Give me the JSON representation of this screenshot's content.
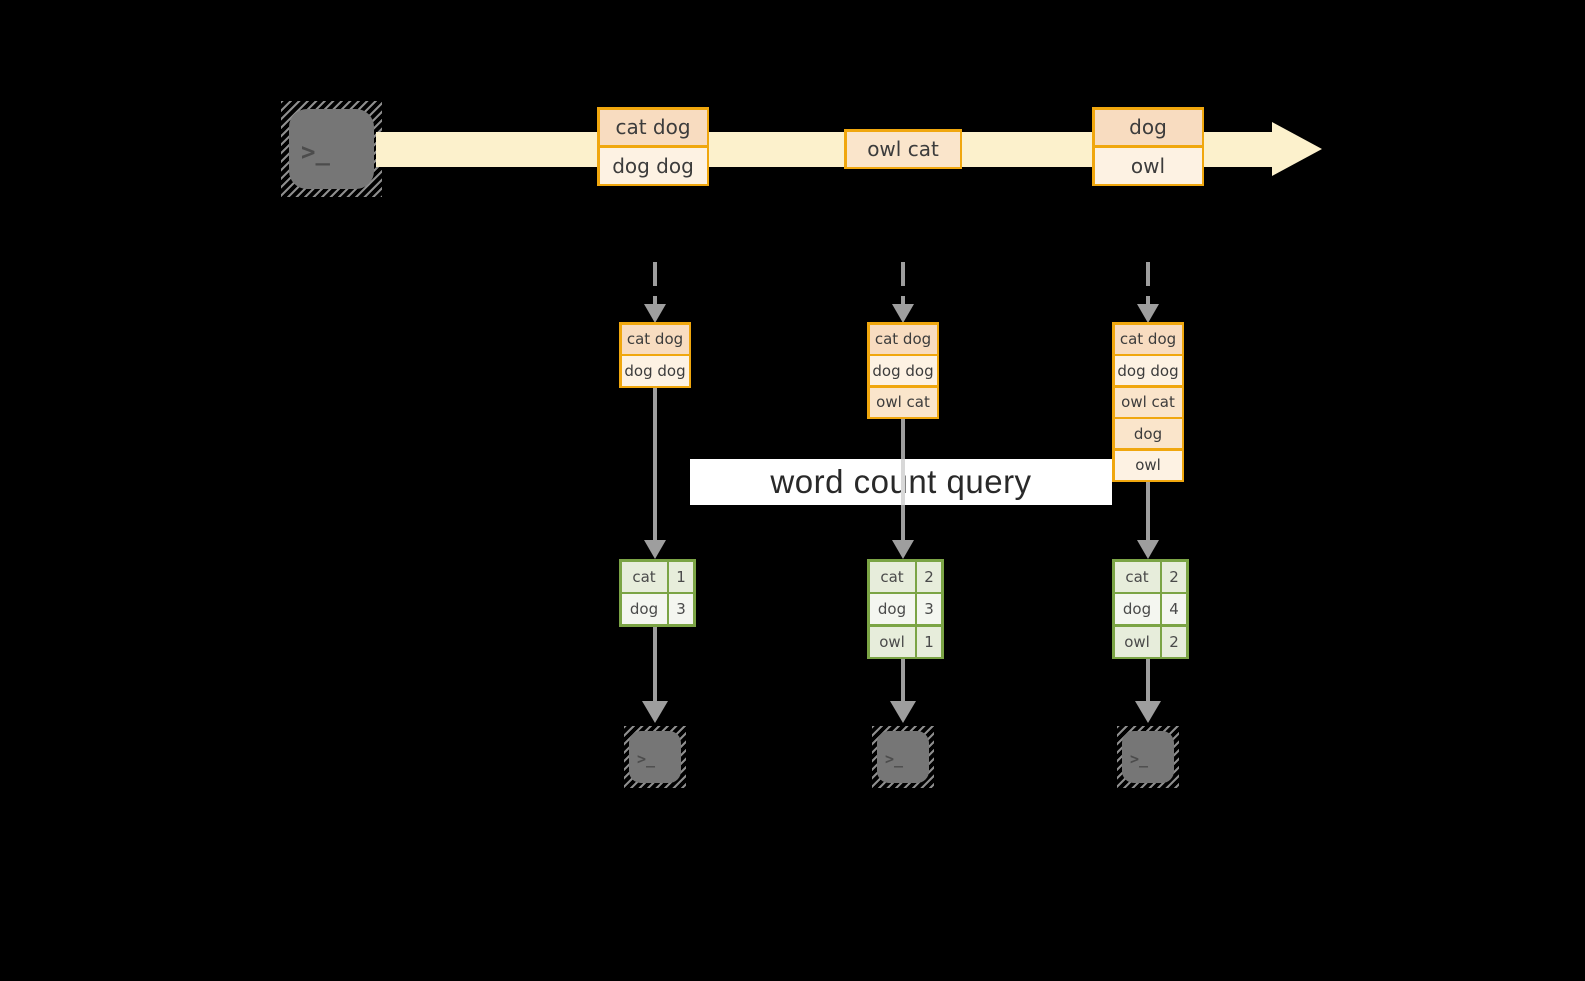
{
  "palette": {
    "gold_border": "#F0A70E",
    "record_peach": "#F8DCC0",
    "record_cream": "#FDF2E3",
    "record_mid": "#FAE5CB",
    "stream_band": "#FCF1CC",
    "green_border": "#7BA445",
    "green_row_tint": "#E7EDDB",
    "green_row_light": "#F4F6F0",
    "arrow_gray": "#9E9E9E",
    "terminal_gray": "#767676",
    "query_band_bg": "#FFFFFF"
  },
  "glyphs": {
    "terminal_prompt": ">_"
  },
  "query": {
    "label": "word count query"
  },
  "stream": {
    "messages": [
      {
        "rows": [
          {
            "text": "cat dog",
            "tone": "peach"
          },
          {
            "text": "dog dog",
            "tone": "cream"
          }
        ]
      },
      {
        "rows": [
          {
            "text": "owl cat",
            "tone": "mid"
          }
        ]
      },
      {
        "rows": [
          {
            "text": "dog",
            "tone": "peach"
          },
          {
            "text": "owl",
            "tone": "cream"
          }
        ]
      }
    ]
  },
  "columns": [
    {
      "buffer": [
        {
          "text": "cat dog",
          "tone": "peach"
        },
        {
          "text": "dog dog",
          "tone": "cream"
        }
      ],
      "counts": [
        {
          "word": "cat",
          "value": "1"
        },
        {
          "word": "dog",
          "value": "3"
        }
      ]
    },
    {
      "buffer": [
        {
          "text": "cat dog",
          "tone": "peach"
        },
        {
          "text": "dog dog",
          "tone": "cream"
        },
        {
          "text": "owl cat",
          "tone": "mid"
        }
      ],
      "counts": [
        {
          "word": "cat",
          "value": "2"
        },
        {
          "word": "dog",
          "value": "3"
        },
        {
          "word": "owl",
          "value": "1"
        }
      ]
    },
    {
      "buffer": [
        {
          "text": "cat dog",
          "tone": "peach"
        },
        {
          "text": "dog dog",
          "tone": "cream"
        },
        {
          "text": "owl cat",
          "tone": "mid"
        },
        {
          "text": "dog",
          "tone": "mid"
        },
        {
          "text": "owl",
          "tone": "cream"
        }
      ],
      "counts": [
        {
          "word": "cat",
          "value": "2"
        },
        {
          "word": "dog",
          "value": "4"
        },
        {
          "word": "owl",
          "value": "2"
        }
      ]
    }
  ]
}
